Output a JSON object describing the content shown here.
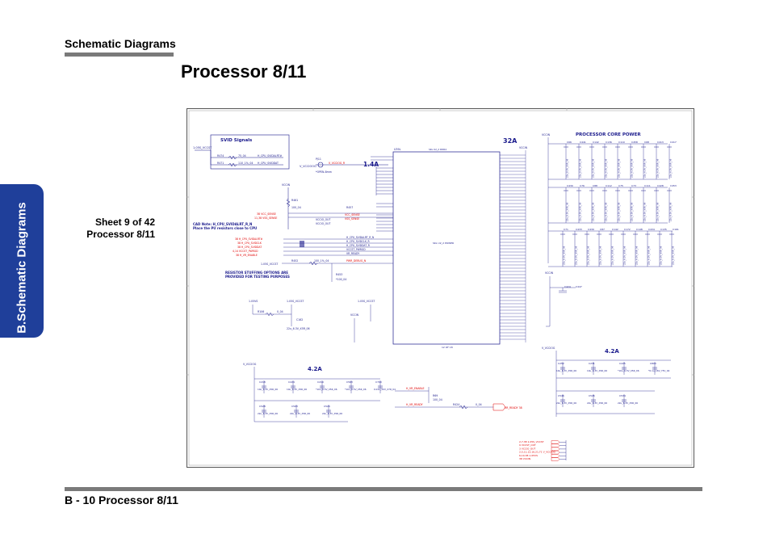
{
  "header": {
    "section": "Schematic  Diagrams"
  },
  "page_title": "Processor 8/11",
  "side_tab": "B.Schematic Diagrams",
  "sheet": {
    "line1": "Sheet 9 of 42",
    "line2": "Processor 8/11"
  },
  "footer": {
    "text": "B - 10   Processor 8/11"
  },
  "schematic": {
    "svid_title": "SVID Signals",
    "svid_rail": "1.05S_VCCST",
    "svid_r1": "R474",
    "svid_r1_val": "75_04",
    "svid_r1_net": "H_CPU_SVIDALRT#",
    "svid_r2": "R471",
    "svid_r2_val": "110_1%_04",
    "svid_r2_net": "H_CPU_SVIDDAT",
    "vccio_label": "V_VCCIOOG",
    "pj_ref": "PJ11",
    "vccio_net": "V_VCCIOG_R",
    "open_note": "*OPEN-8mm",
    "cur_14a": "1.4A",
    "u_main": "U39L",
    "u_main_part": "SKL U2_2 DDR4",
    "cur_32a": "32A",
    "vccin_left": "VCCIN",
    "vccin_top": "VCCIN",
    "r_461": "R461",
    "r_461_val": "100_04",
    "vcc_sense": "VCC_SENSE",
    "vss_sense": "VSS_SENSE",
    "vcc_sense_lbl": "38 VCC_SENSE",
    "vss_sense_lbl": "11,38 VSS_SENSE",
    "r_457": "R457",
    "cad_note1": "CAD Note: H_CPU_SVIDALRT_R_N",
    "cad_note2": "Place the PU resistors close to CPU",
    "vccio_out": "VCCIO_OUT",
    "vccio_out2": "VCCIO_OUT",
    "svid_left": [
      "38 H_CPU_SVIDALRT#",
      "38 H_CPU_SVIDCLK",
      "38 H_CPU_SVIDDAT",
      "4,14 VCCST_PWRGD",
      "38 H_VR_ENABLE"
    ],
    "svid_right": [
      "H_CPU_SVIDALRT_R_N",
      "H_CPU_SVIDCLK_R",
      "H_CPU_SVIDDAT_R",
      "VCCST_PWRGD",
      "VR_READY"
    ],
    "vccst_row": "1.05S_VCCST",
    "r_452": "R452",
    "r_452_val": "100_1%_04",
    "pwr_debug": "PWR_DEBUG_N",
    "r_453": "R453",
    "r_453_val": "*100_04",
    "resistor_note1": "RESISTOR STUFFING OPTIONS ARE",
    "resistor_note2": "PROVIDED FOR TESTING PURPOSES",
    "rail_105vs": "1.05VS",
    "rail_vccst2": "1.05S_VCCST",
    "r_106": "R106",
    "r_106_val": "0_04",
    "c_162": "C162",
    "c_162_val": "22u_6.3V_X5R_06",
    "rail_vccst3": "1.05S_VCCST",
    "vccin_mid": "VCCIN",
    "pin_mid_label": "SKL U2_2 POWER",
    "pin_bottom": "12 OF 18",
    "core_title": "PROCESSOR CORE POWER",
    "vccin_right": "VCCIN",
    "cap_row1": [
      "C66",
      "C441",
      "C142",
      "C136",
      "C110",
      "C458",
      "C68",
      "C413",
      "C417"
    ],
    "cap_row2": [
      "C430",
      "C76",
      "C88",
      "C112",
      "C75",
      "C73",
      "C111",
      "C428",
      "C453"
    ],
    "cap_row3": [
      "C71",
      "C433",
      "C439",
      "C87",
      "C142",
      "C172",
      "C148",
      "C434",
      "C135",
      "C161"
    ],
    "cap_row_val": "22u_6.3V_X5R_06",
    "cap_pair": [
      "C424",
      "C447"
    ],
    "vccin_cappair": "VCCIN",
    "vccioog_left": "V_VCCIOG",
    "cur_42a_left": "4.2A",
    "caps_left_top": [
      "C218",
      "C224",
      "C219",
      "C563",
      "C700"
    ],
    "caps_left_top_val": [
      "10u_6.3V_X5R_06",
      "10u_6.3V_X5R_06",
      "*10u_6.3V_X5R_06",
      "*10u_6.3V_X5R_06",
      "0.01u_50V_X7R_04"
    ],
    "caps_left_bot": [
      "C528",
      "C503",
      "C520"
    ],
    "caps_left_bot_val": [
      "22u_6.3V_X5R_06",
      "22u_6.3V_X5R_06",
      "22u_6.3V_X5R_06"
    ],
    "vr_enable": "H_VR_ENABLE",
    "r_69": "R69",
    "r_69_val": "100_04",
    "vr_ready": "H_VR_READY",
    "r_424": "R424",
    "r_424_val": "0_04",
    "vr_ready_out": "VR_READY  38",
    "vccioog_right": "V_VCCIOG",
    "cur_42a_right": "4.2A",
    "caps_right_top": [
      "C252",
      "C231",
      "C225",
      "C800"
    ],
    "caps_right_top_val": [
      "10u_6.3V_X5R_06",
      "10u_6.3V_X5R_06",
      "*10u_6.3V_X5R_06",
      "*0.1u_16V_Y5V_04"
    ],
    "caps_right_bot": [
      "C546",
      "C545",
      "C534"
    ],
    "caps_right_bot_val": [
      "22u_6.3V_X5R_06",
      "22u_6.3V_X5R_06",
      "22u_6.3V_X5R_06"
    ],
    "offpage": [
      "2,7,38 1.05S_VCCST",
      "9 VCCST_OUT",
      "3 VCCIO_OUT",
      "2,5,11,12,16,21,71 V_VCCIOG",
      "6,10,38 1.05VS",
      "38 VCCIN"
    ],
    "colors": {
      "ink": "#1a1a8c",
      "red": "#e00000",
      "frame": "#555555"
    }
  }
}
